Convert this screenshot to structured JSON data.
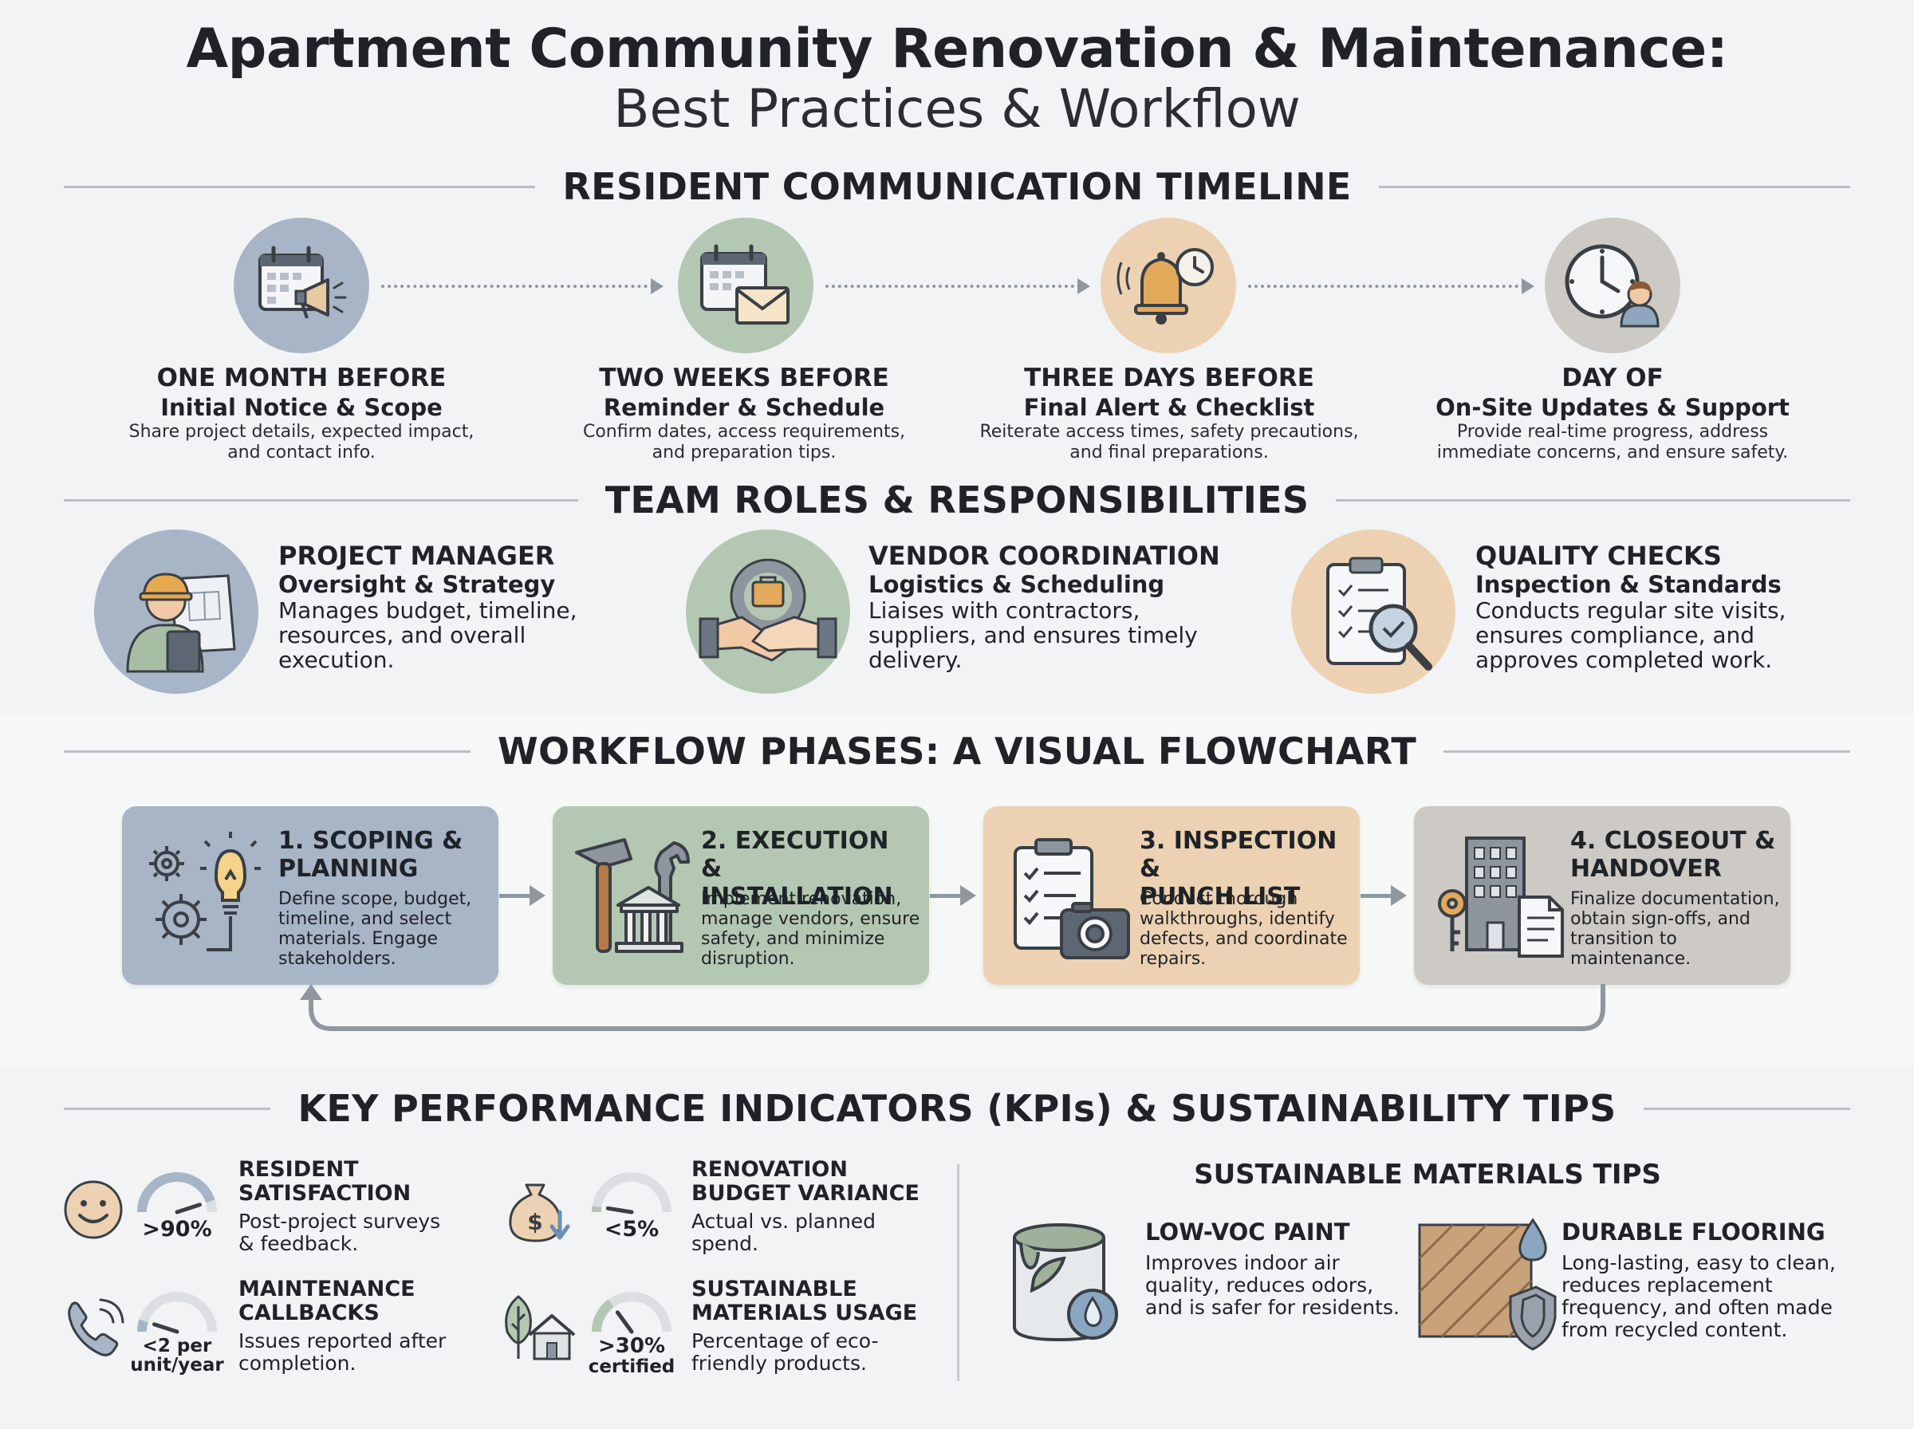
{
  "header": {
    "title_line1": "Apartment Community Renovation & Maintenance:",
    "title_line2": "Best Practices & Workflow"
  },
  "timeline": {
    "heading": "RESIDENT COMMUNICATION TIMELINE",
    "steps": [
      {
        "when": "ONE MONTH BEFORE",
        "title": "Initial Notice & Scope",
        "desc1": "Share project details, expected impact,",
        "desc2": "and contact info.",
        "icon": "calendar-megaphone-icon",
        "color": "#a8b5c6"
      },
      {
        "when": "TWO WEEKS BEFORE",
        "title": "Reminder & Schedule",
        "desc1": "Confirm dates, access requirements,",
        "desc2": "and preparation tips.",
        "icon": "calendar-envelope-icon",
        "color": "#b4c7b3"
      },
      {
        "when": "THREE DAYS BEFORE",
        "title": "Final Alert & Checklist",
        "desc1": "Reiterate access times, safety precautions,",
        "desc2": "and final preparations.",
        "icon": "bell-clock-icon",
        "color": "#ecd2b2"
      },
      {
        "when": "DAY OF",
        "title": "On-Site Updates & Support",
        "desc1": "Provide real-time progress, address",
        "desc2": "immediate concerns, and ensure safety.",
        "icon": "clock-person-icon",
        "color": "#cdc9c4"
      }
    ]
  },
  "roles": {
    "heading": "TEAM ROLES & RESPONSIBILITIES",
    "items": [
      {
        "title": "PROJECT MANAGER",
        "subtitle": "Oversight & Strategy",
        "l1": "Manages budget, timeline,",
        "l2": "resources, and overall",
        "l3": "execution.",
        "icon": "project-manager-icon",
        "color": "#a8b5c6"
      },
      {
        "title": "VENDOR COORDINATION",
        "subtitle": "Logistics & Scheduling",
        "l1": "Liaises with contractors,",
        "l2": "suppliers, and ensures timely",
        "l3": "delivery.",
        "icon": "handshake-gear-icon",
        "color": "#b4c7b3"
      },
      {
        "title": "QUALITY CHECKS",
        "subtitle": "Inspection & Standards",
        "l1": "Conducts regular site visits,",
        "l2": "ensures compliance, and",
        "l3": "approves completed work.",
        "icon": "clipboard-magnifier-icon",
        "color": "#ecd2b2"
      }
    ]
  },
  "workflow": {
    "heading": "WORKFLOW PHASES: A VISUAL FLOWCHART",
    "phases": [
      {
        "title1": "1. SCOPING &",
        "title2": "PLANNING",
        "d1": "Define scope, budget,",
        "d2": "timeline, and select",
        "d3": "materials. Engage",
        "d4": "stakeholders.",
        "icon": "gears-lightbulb-icon",
        "color": "#a8b5c6"
      },
      {
        "title1": "2. EXECUTION &",
        "title2": "INSTALLATION",
        "d1": "Implement renovation,",
        "d2": "manage vendors, ensure",
        "d3": "safety, and minimize",
        "d4": "disruption.",
        "icon": "hammer-wrench-building-icon",
        "color": "#b4c7b3"
      },
      {
        "title1": "3. INSPECTION &",
        "title2": "PUNCH LIST",
        "d1": "Conduct thorough",
        "d2": "walkthroughs, identify",
        "d3": "defects, and coordinate",
        "d4": "repairs.",
        "icon": "clipboard-camera-icon",
        "color": "#ecd2b2"
      },
      {
        "title1": "4. CLOSEOUT &",
        "title2": "HANDOVER",
        "d1": "Finalize documentation,",
        "d2": "obtain sign-offs, and",
        "d3": "transition to",
        "d4": "maintenance.",
        "icon": "building-key-document-icon",
        "color": "#cdc9c4"
      }
    ]
  },
  "kpis": {
    "heading": "KEY PERFORMANCE INDICATORS (KPIs) & SUSTAINABILITY TIPS",
    "items": [
      {
        "t1": "RESIDENT",
        "t2": "SATISFACTION",
        "d1": "Post-project surveys",
        "d2": "& feedback.",
        "value": ">90%",
        "sub": "",
        "fill": 0.9,
        "icon": "smiley-face-icon",
        "gauge_color": "#a8b5c6"
      },
      {
        "t1": "RENOVATION",
        "t2": "BUDGET VARIANCE",
        "d1": "Actual vs. planned",
        "d2": "spend.",
        "value": "<5%",
        "sub": "",
        "fill": 0.05,
        "icon": "money-bag-down-icon",
        "gauge_color": "#b4c7b3"
      },
      {
        "t1": "MAINTENANCE",
        "t2": "CALLBACKS",
        "d1": "Issues reported after",
        "d2": "completion.",
        "value": "<2 per",
        "sub": "unit/year",
        "fill": 0.1,
        "icon": "phone-ringing-icon",
        "gauge_color": "#a8b5c6"
      },
      {
        "t1": "SUSTAINABLE",
        "t2": "MATERIALS USAGE",
        "d1": "Percentage of eco-",
        "d2": "friendly products.",
        "value": ">30%",
        "sub": "certified",
        "fill": 0.3,
        "icon": "leaf-house-icon",
        "gauge_color": "#b4c7b3"
      }
    ],
    "gauge_track_color": "#dcdfe2"
  },
  "sustainable": {
    "heading": "SUSTAINABLE MATERIALS TIPS",
    "items": [
      {
        "title": "LOW-VOC PAINT",
        "l1": "Improves indoor air",
        "l2": "quality, reduces odors,",
        "l3": "and is safer for residents.",
        "l4": "",
        "icon": "paint-can-leaf-icon"
      },
      {
        "title": "DURABLE FLOORING",
        "l1": "Long-lasting, easy to clean,",
        "l2": "reduces replacement",
        "l3": "frequency, and often made",
        "l4": "from recycled content.",
        "icon": "flooring-shield-drop-icon"
      }
    ]
  }
}
